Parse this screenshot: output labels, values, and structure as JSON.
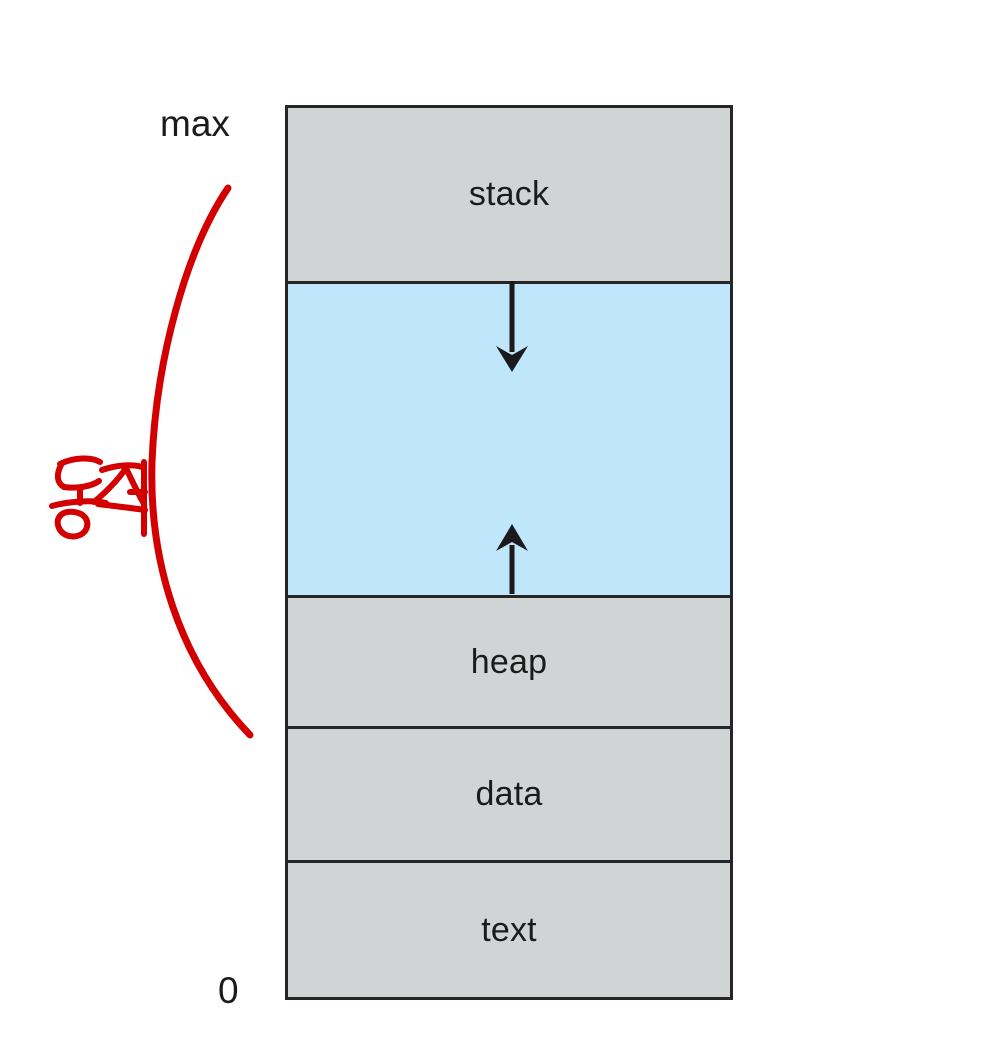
{
  "diagram": {
    "title": "process-memory-layout",
    "axis": {
      "top_label": "max",
      "bottom_label": "0"
    },
    "segments": [
      {
        "id": "stack",
        "label": "stack",
        "fill": "#d1d4d5",
        "kind": "gray"
      },
      {
        "id": "free",
        "label": "",
        "fill": "#bfe6fa",
        "kind": "blue"
      },
      {
        "id": "heap",
        "label": "heap",
        "fill": "#d1d4d5",
        "kind": "gray"
      },
      {
        "id": "data",
        "label": "data",
        "fill": "#d1d4d5",
        "kind": "gray"
      },
      {
        "id": "text",
        "label": "text",
        "fill": "#d1d4d5",
        "kind": "gray"
      }
    ],
    "arrows": [
      {
        "id": "stack-grows-down",
        "direction": "down",
        "color": "#1b1b1b"
      },
      {
        "id": "heap-grows-up",
        "direction": "up",
        "color": "#1b1b1b"
      }
    ],
    "colors": {
      "gray_fill": "#d1d4d5",
      "blue_fill": "#bfe6fa",
      "border": "#262626",
      "text": "#1b1b1b",
      "annotation": "#d20000"
    }
  },
  "annotation": {
    "handwritten_text": "동적",
    "color": "#d20000",
    "brace_shape": "left-curved-arc"
  }
}
